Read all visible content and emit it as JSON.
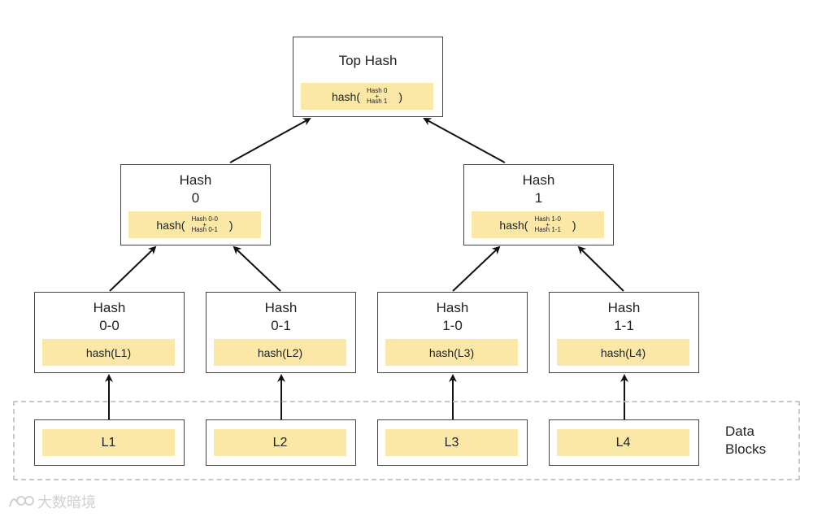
{
  "top": {
    "title": "Top Hash",
    "fn": "hash(",
    "arg1": "Hash 0",
    "plus": "+",
    "arg2": "Hash 1",
    "close": ")"
  },
  "h0": {
    "title1": "Hash",
    "title2": "0",
    "fn": "hash(",
    "arg1": "Hash 0-0",
    "plus": "+",
    "arg2": "Hash 0-1",
    "close": ")"
  },
  "h1": {
    "title1": "Hash",
    "title2": "1",
    "fn": "hash(",
    "arg1": "Hash 1-0",
    "plus": "+",
    "arg2": "Hash 1-1",
    "close": ")"
  },
  "leaves_hash": [
    {
      "title1": "Hash",
      "title2": "0-0",
      "content": "hash(L1)"
    },
    {
      "title1": "Hash",
      "title2": "0-1",
      "content": "hash(L2)"
    },
    {
      "title1": "Hash",
      "title2": "1-0",
      "content": "hash(L3)"
    },
    {
      "title1": "Hash",
      "title2": "1-1",
      "content": "hash(L4)"
    }
  ],
  "data_blocks": [
    "L1",
    "L2",
    "L3",
    "L4"
  ],
  "data_label_1": "Data",
  "data_label_2": "Blocks",
  "watermark": "大数暗境",
  "colors": {
    "inner_fill": "#fbe7a6",
    "border": "#444444",
    "dashed": "#c8c8c8"
  }
}
